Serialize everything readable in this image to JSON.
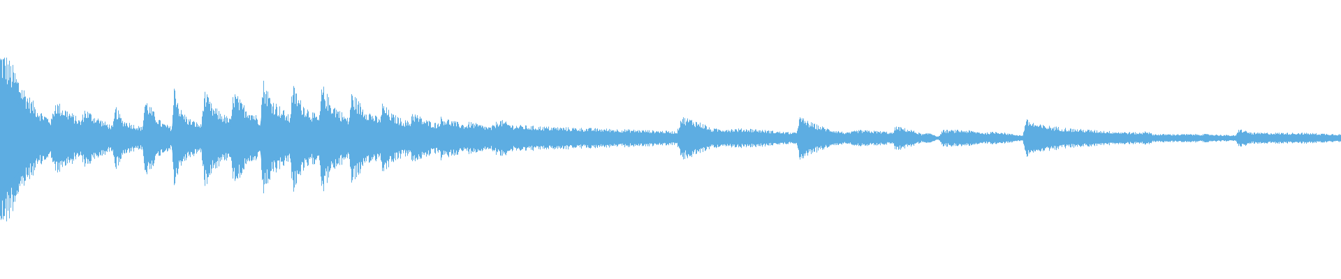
{
  "waveform": {
    "color": "#5dade2",
    "background": "#ffffff",
    "duration_fraction_shown": 1.0,
    "envelope": [
      [
        0.0,
        0.66
      ],
      [
        0.004,
        0.62
      ],
      [
        0.01,
        0.52
      ],
      [
        0.016,
        0.4
      ],
      [
        0.022,
        0.3
      ],
      [
        0.03,
        0.2
      ],
      [
        0.038,
        0.14
      ],
      [
        0.041,
        0.28
      ],
      [
        0.046,
        0.24
      ],
      [
        0.054,
        0.18
      ],
      [
        0.06,
        0.13
      ],
      [
        0.063,
        0.22
      ],
      [
        0.07,
        0.17
      ],
      [
        0.078,
        0.12
      ],
      [
        0.084,
        0.09
      ],
      [
        0.086,
        0.24
      ],
      [
        0.091,
        0.14
      ],
      [
        0.1,
        0.1
      ],
      [
        0.106,
        0.08
      ],
      [
        0.108,
        0.3
      ],
      [
        0.114,
        0.2
      ],
      [
        0.12,
        0.12
      ],
      [
        0.128,
        0.08
      ],
      [
        0.13,
        0.42
      ],
      [
        0.134,
        0.22
      ],
      [
        0.14,
        0.15
      ],
      [
        0.15,
        0.1
      ],
      [
        0.152,
        0.36
      ],
      [
        0.158,
        0.24
      ],
      [
        0.166,
        0.18
      ],
      [
        0.172,
        0.14
      ],
      [
        0.174,
        0.36
      ],
      [
        0.18,
        0.26
      ],
      [
        0.188,
        0.2
      ],
      [
        0.194,
        0.14
      ],
      [
        0.196,
        0.44
      ],
      [
        0.202,
        0.3
      ],
      [
        0.21,
        0.22
      ],
      [
        0.216,
        0.16
      ],
      [
        0.218,
        0.4
      ],
      [
        0.224,
        0.28
      ],
      [
        0.232,
        0.2
      ],
      [
        0.238,
        0.15
      ],
      [
        0.24,
        0.4
      ],
      [
        0.246,
        0.28
      ],
      [
        0.254,
        0.2
      ],
      [
        0.26,
        0.14
      ],
      [
        0.262,
        0.34
      ],
      [
        0.27,
        0.24
      ],
      [
        0.278,
        0.18
      ],
      [
        0.283,
        0.14
      ],
      [
        0.285,
        0.26
      ],
      [
        0.292,
        0.18
      ],
      [
        0.3,
        0.14
      ],
      [
        0.306,
        0.12
      ],
      [
        0.307,
        0.2
      ],
      [
        0.316,
        0.14
      ],
      [
        0.326,
        0.11
      ],
      [
        0.329,
        0.16
      ],
      [
        0.34,
        0.12
      ],
      [
        0.348,
        0.1
      ],
      [
        0.35,
        0.12
      ],
      [
        0.358,
        0.1
      ],
      [
        0.366,
        0.08
      ],
      [
        0.372,
        0.14
      ],
      [
        0.382,
        0.1
      ],
      [
        0.395,
        0.09
      ],
      [
        0.42,
        0.08
      ],
      [
        0.45,
        0.07
      ],
      [
        0.48,
        0.06
      ],
      [
        0.505,
        0.05
      ],
      [
        0.508,
        0.16
      ],
      [
        0.516,
        0.14
      ],
      [
        0.526,
        0.1
      ],
      [
        0.53,
        0.07
      ],
      [
        0.56,
        0.07
      ],
      [
        0.58,
        0.05
      ],
      [
        0.594,
        0.04
      ],
      [
        0.596,
        0.16
      ],
      [
        0.606,
        0.11
      ],
      [
        0.618,
        0.07
      ],
      [
        0.632,
        0.04
      ],
      [
        0.64,
        0.06
      ],
      [
        0.66,
        0.05
      ],
      [
        0.666,
        0.04
      ],
      [
        0.668,
        0.09
      ],
      [
        0.68,
        0.06
      ],
      [
        0.688,
        0.03
      ],
      [
        0.694,
        0.04
      ],
      [
        0.7,
        0.01
      ],
      [
        0.703,
        0.06
      ],
      [
        0.72,
        0.06
      ],
      [
        0.735,
        0.04
      ],
      [
        0.744,
        0.05
      ],
      [
        0.755,
        0.03
      ],
      [
        0.763,
        0.02
      ],
      [
        0.765,
        0.14
      ],
      [
        0.775,
        0.1
      ],
      [
        0.8,
        0.07
      ],
      [
        0.83,
        0.05
      ],
      [
        0.852,
        0.04
      ],
      [
        0.854,
        0.06
      ],
      [
        0.86,
        0.03
      ],
      [
        0.9,
        0.03
      ],
      [
        0.922,
        0.02
      ],
      [
        0.924,
        0.07
      ],
      [
        0.934,
        0.04
      ],
      [
        0.94,
        0.04
      ],
      [
        0.97,
        0.04
      ],
      [
        1.0,
        0.03
      ]
    ]
  }
}
